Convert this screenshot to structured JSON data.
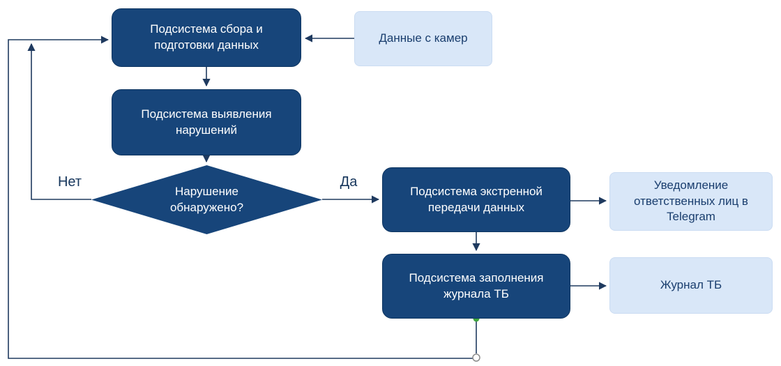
{
  "diagram": {
    "nodes": {
      "collect": {
        "label": "Подсистема сбора и\nподготовки данных",
        "type": "process"
      },
      "detect": {
        "label": "Подсистема выявления\nнарушений",
        "type": "process"
      },
      "decision": {
        "label": "Нарушение\nобнаружено?",
        "type": "decision"
      },
      "transmit": {
        "label": "Подсистема экстренной\nпередачи данных",
        "type": "process"
      },
      "journal_fill": {
        "label": "Подсистема заполнения\nжурнала ТБ",
        "type": "process"
      },
      "cameras": {
        "label": "Данные с камер",
        "type": "data"
      },
      "telegram": {
        "label": "Уведомление\nответственных лиц в\nTelegram",
        "type": "data"
      },
      "journal": {
        "label": "Журнал ТБ",
        "type": "data"
      }
    },
    "edges": [
      {
        "from": "cameras",
        "to": "collect",
        "label": ""
      },
      {
        "from": "collect",
        "to": "detect",
        "label": ""
      },
      {
        "from": "detect",
        "to": "decision",
        "label": ""
      },
      {
        "from": "decision",
        "to": "transmit",
        "label": "Да"
      },
      {
        "from": "transmit",
        "to": "telegram",
        "label": ""
      },
      {
        "from": "transmit",
        "to": "journal_fill",
        "label": ""
      },
      {
        "from": "journal_fill",
        "to": "journal",
        "label": ""
      },
      {
        "from": "decision",
        "to": "collect",
        "label": "Нет"
      },
      {
        "from": "journal_fill",
        "to": "collect",
        "label": ""
      }
    ],
    "colors": {
      "node_dark_fill": "#17457A",
      "node_dark_border": "#0E3560",
      "node_light_fill": "#D9E7F8",
      "node_light_border": "#CBDCF2",
      "text_on_dark": "#FFFFFF",
      "text_on_light": "#1A3E6E",
      "connector": "#1F3A5F",
      "source_dot": "#3FA53F",
      "endpoint_circle_stroke": "#8C8C8C"
    }
  }
}
